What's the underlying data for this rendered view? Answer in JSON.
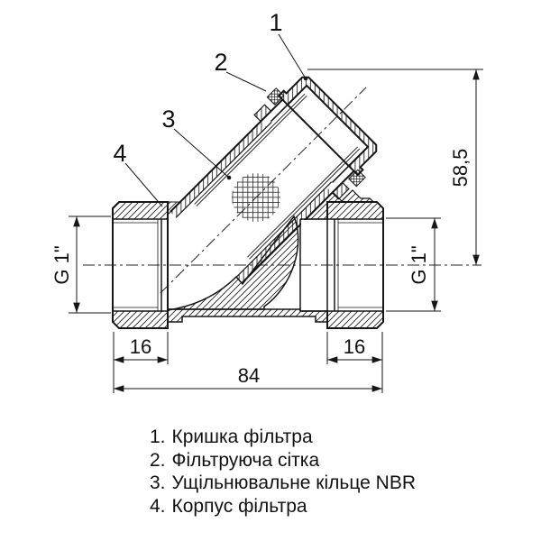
{
  "drawing_type": "Y-strainer filter cross-section",
  "colors": {
    "line": "#161616",
    "background": "#ffffff",
    "text": "#111111"
  },
  "callouts": [
    {
      "number": "1"
    },
    {
      "number": "2"
    },
    {
      "number": "3"
    },
    {
      "number": "4"
    }
  ],
  "dimensions": {
    "height": "58,5",
    "thread_left": "G 1\"",
    "thread_right": "G 1\"",
    "thread_length_left": "16",
    "thread_length_right": "16",
    "overall_length": "84"
  },
  "legend": {
    "items": [
      {
        "prefix": "1.",
        "label": "Кришка фільтра"
      },
      {
        "prefix": "2.",
        "label": "Фільтруюча сітка"
      },
      {
        "prefix": "3.",
        "label": "Ущільнювальне кільце NBR"
      },
      {
        "prefix": "4.",
        "label": "Корпус фільтра"
      }
    ]
  }
}
